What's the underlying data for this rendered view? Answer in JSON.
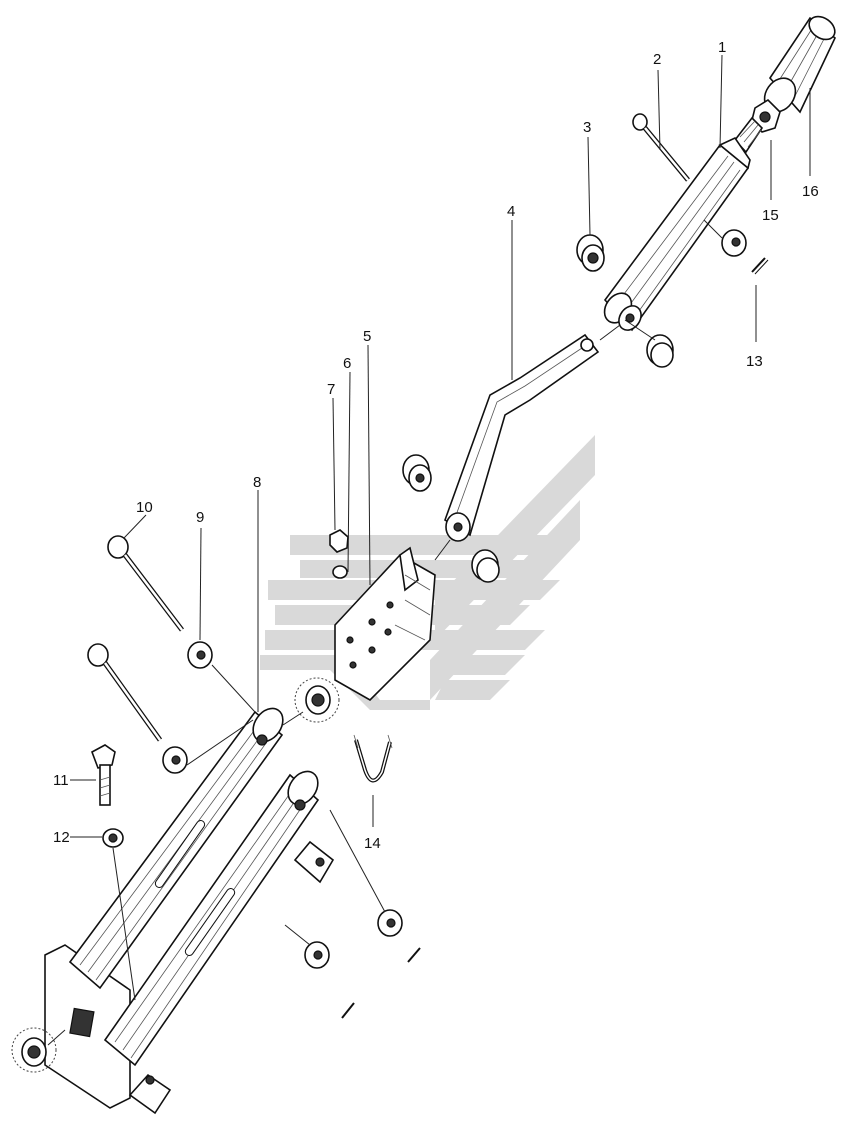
{
  "diagram": {
    "callouts": [
      {
        "id": "1",
        "label": "1"
      },
      {
        "id": "2",
        "label": "2"
      },
      {
        "id": "3",
        "label": "3"
      },
      {
        "id": "4",
        "label": "4"
      },
      {
        "id": "5",
        "label": "5"
      },
      {
        "id": "6",
        "label": "6"
      },
      {
        "id": "7",
        "label": "7"
      },
      {
        "id": "8",
        "label": "8"
      },
      {
        "id": "9",
        "label": "9"
      },
      {
        "id": "10",
        "label": "10"
      },
      {
        "id": "11",
        "label": "11"
      },
      {
        "id": "12",
        "label": "12"
      },
      {
        "id": "13",
        "label": "13"
      },
      {
        "id": "14",
        "label": "14"
      },
      {
        "id": "15",
        "label": "15"
      },
      {
        "id": "16",
        "label": "16"
      }
    ],
    "watermark": {
      "color": "#d6d6d6"
    },
    "line_color": "#111111"
  }
}
